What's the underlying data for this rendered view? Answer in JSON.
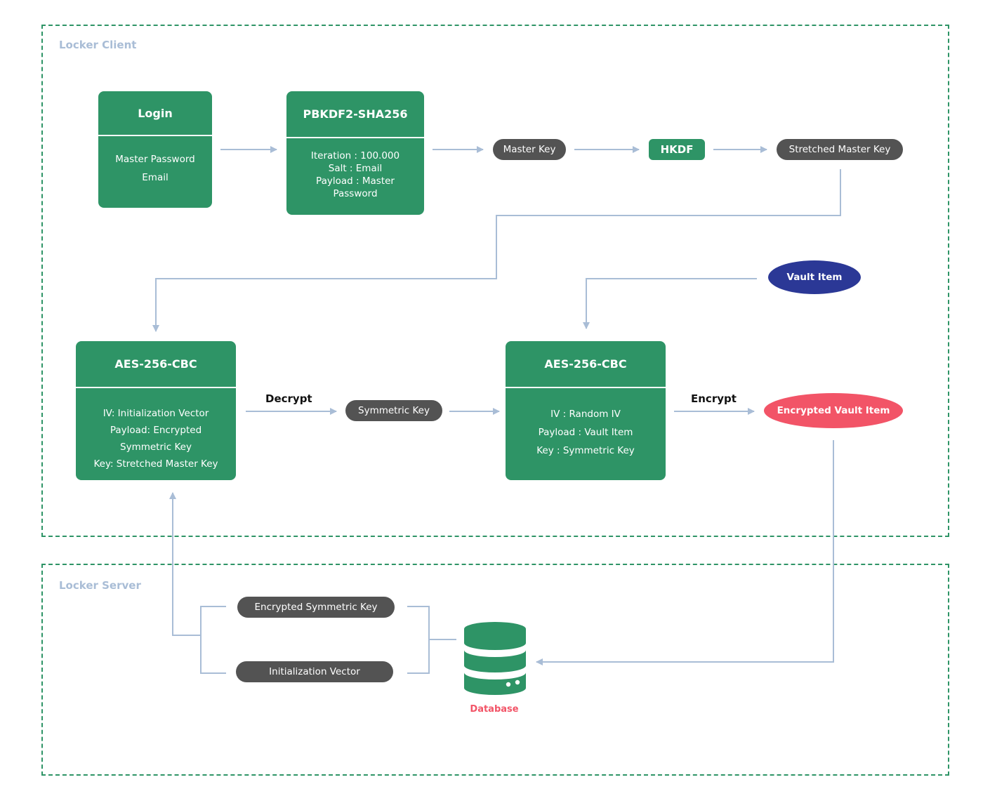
{
  "zones": {
    "client_title": "Locker Client",
    "server_title": "Locker Server"
  },
  "nodes": {
    "login": {
      "title": "Login",
      "lines": [
        "Master Password",
        "Email"
      ]
    },
    "pbkdf2": {
      "title": "PBKDF2-SHA256",
      "lines": [
        "Iteration : 100.000",
        "Salt : Email",
        "Payload : Master",
        "Password"
      ]
    },
    "master_key": "Master Key",
    "hkdf": "HKDF",
    "stretched_master_key": "Stretched Master Key",
    "vault_item": "Vault Item",
    "aes_decrypt": {
      "title": "AES-256-CBC",
      "lines": [
        "IV: Initialization Vector",
        "Payload: Encrypted",
        "Symmetric Key",
        "Key: Stretched Master Key"
      ]
    },
    "symmetric_key": "Symmetric Key",
    "aes_encrypt": {
      "title": "AES-256-CBC",
      "lines": [
        "IV : Random IV",
        "Payload : Vault Item",
        "Key : Symmetric Key"
      ]
    },
    "encrypted_vault_item": "Encrypted Vault Item",
    "encrypted_symmetric_key": "Encrypted Symmetric Key",
    "initialization_vector": "Initialization Vector",
    "database": "Database"
  },
  "edge_labels": {
    "decrypt": "Decrypt",
    "encrypt": "Encrypt"
  },
  "colors": {
    "green": "#2e9466",
    "dark_pill": "#535353",
    "navy": "#2b3896",
    "red": "#f25467",
    "connector": "#a9bdd6"
  },
  "icons": {
    "database": "database-icon"
  }
}
